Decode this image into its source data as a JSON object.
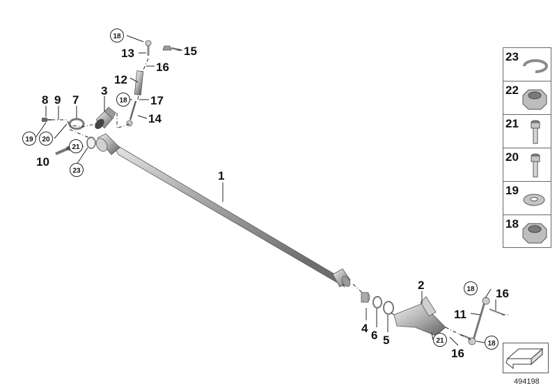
{
  "callouts": {
    "n1": "1",
    "n2": "2",
    "n3": "3",
    "n4": "4",
    "n5": "5",
    "n6": "6",
    "n7": "7",
    "n8": "8",
    "n9": "9",
    "n10": "10",
    "n11": "11",
    "n12": "12",
    "n13": "13",
    "n14": "14",
    "n15": "15",
    "n16a": "16",
    "n16b": "16",
    "n16c": "16",
    "n17": "17",
    "c18a": "18",
    "c18b": "18",
    "c18c": "18",
    "c18d": "18",
    "c19": "19",
    "c20": "20",
    "c21a": "21",
    "c21b": "21",
    "c23": "23"
  },
  "legend": {
    "items": [
      {
        "number": "23",
        "part": "circlip-icon"
      },
      {
        "number": "22",
        "part": "hex-nut-icon"
      },
      {
        "number": "21",
        "part": "socket-screw-icon"
      },
      {
        "number": "20",
        "part": "socket-screw-icon"
      },
      {
        "number": "19",
        "part": "washer-icon"
      },
      {
        "number": "18",
        "part": "hex-nut-icon"
      }
    ]
  },
  "footer": {
    "diagram_id": "494198"
  },
  "colors": {
    "metal_light": "#e6e6e6",
    "metal_mid": "#b5b5b5",
    "metal_dark": "#7a7a7a",
    "line": "#222222"
  }
}
